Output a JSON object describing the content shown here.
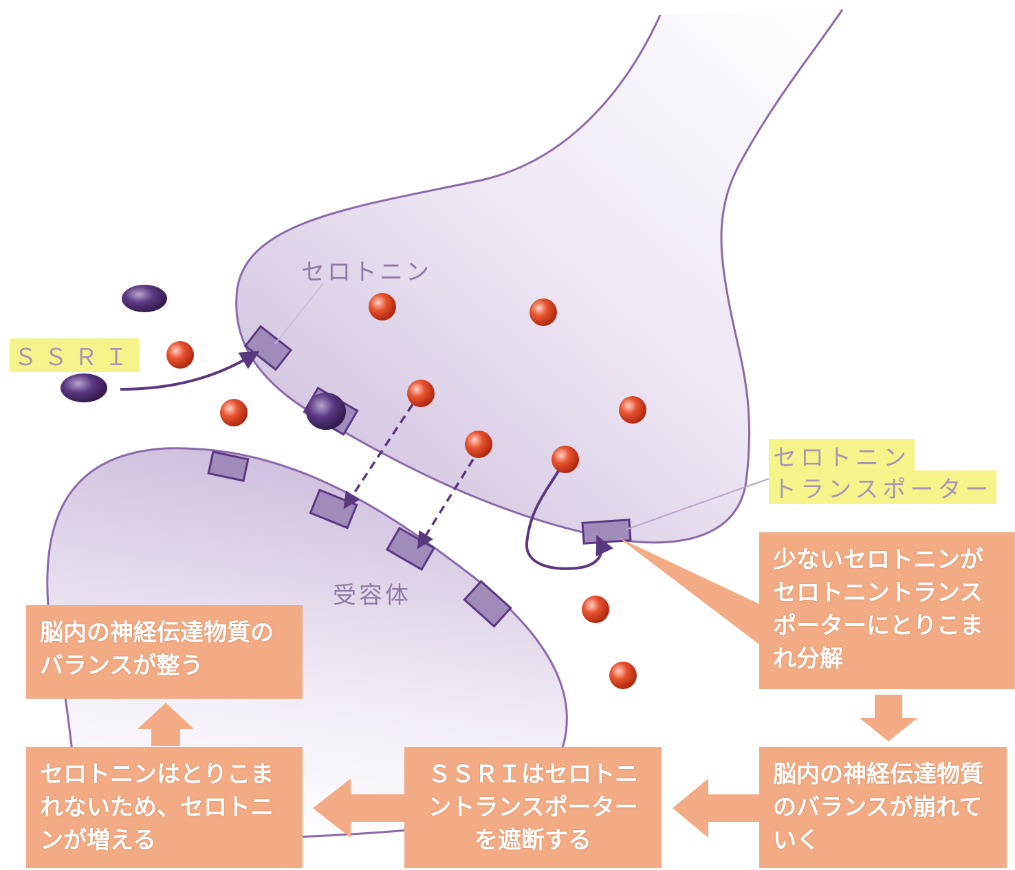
{
  "labels": {
    "serotonin": "セロトニン",
    "ssri": "ＳＳＲＩ",
    "transporter_line1": "セロトニン",
    "transporter_line2": "トランスポーター",
    "receptor": "受容体"
  },
  "boxes": {
    "few_serotonin": "少ないセロトニンがセロトニントランスポーターにとりこまれ分解",
    "balance_collapses": "脳内の神経伝達物質のバランスが崩れていく",
    "ssri_blocks": "ＳＳＲＩはセロトニントランスポーターを遮断する",
    "serotonin_increases": "セロトニンはとりこまれないため、セロトニンが増える",
    "balance_restored": "脳内の神経伝達物質のバランスが整う"
  },
  "colors": {
    "membrane": "#8a6aa8",
    "neuron_fill": "#ece6f2",
    "receptor": "#a18bbb",
    "serotonin_dot": "#e2462a",
    "ssri_molecule": "#4b2a68",
    "box": "#f2ab84",
    "highlight": "#f6f38a"
  }
}
